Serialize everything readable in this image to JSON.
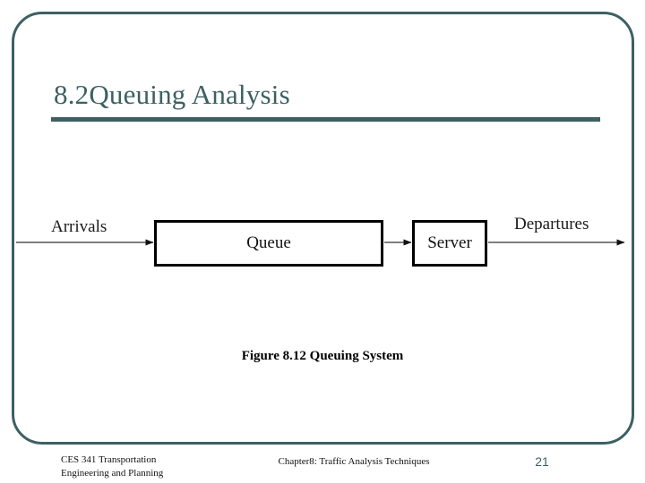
{
  "slide": {
    "title": "8.2Queuing Analysis",
    "accent_color": "#3d6063",
    "background_color": "#ffffff",
    "frame": {
      "border_color": "#3d6063",
      "shape": "rounded-rectangle"
    }
  },
  "diagram": {
    "caption": "Figure 8.12 Queuing System",
    "labels": {
      "arrivals": "Arrivals",
      "departures": "Departures"
    },
    "boxes": [
      {
        "id": "queue",
        "label": "Queue"
      },
      {
        "id": "server",
        "label": "Server"
      }
    ],
    "arrows": [
      {
        "id": "arrival-arrow",
        "from": "outside-left",
        "to": "queue"
      },
      {
        "id": "queue-to-server-arrow",
        "from": "queue",
        "to": "server"
      },
      {
        "id": "departure-arrow",
        "from": "server",
        "to": "outside-right"
      }
    ]
  },
  "footer": {
    "course_line1": "CES 341 Transportation",
    "course_line2": "Engineering and Planning",
    "chapter": "Chapter8: Traffic Analysis Techniques",
    "page_number": "21"
  }
}
